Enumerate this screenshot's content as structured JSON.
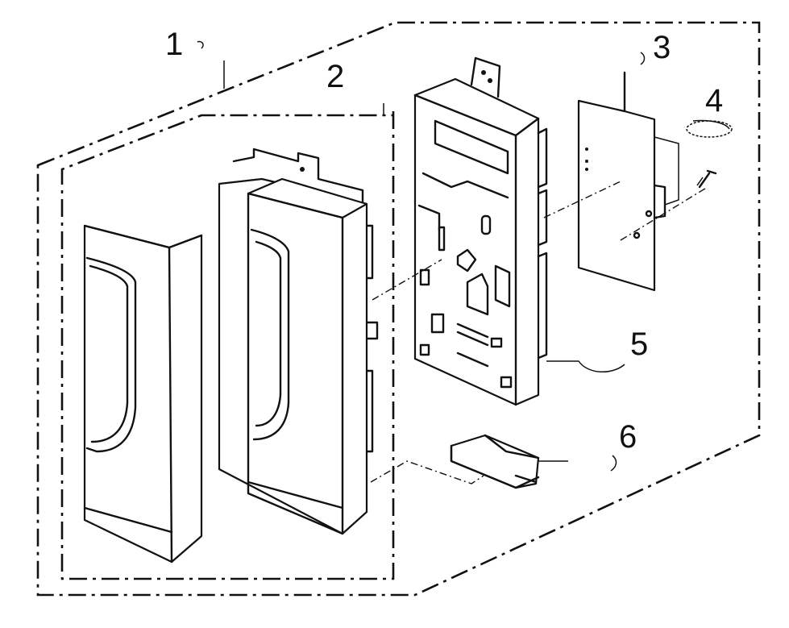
{
  "diagram": {
    "callouts": [
      {
        "id": "1",
        "label": "1"
      },
      {
        "id": "2",
        "label": "2"
      },
      {
        "id": "3",
        "label": "3"
      },
      {
        "id": "4",
        "label": "4"
      },
      {
        "id": "5",
        "label": "5"
      },
      {
        "id": "6",
        "label": "6"
      }
    ],
    "stroke_color": "#111111",
    "background_color": "#ffffff"
  }
}
